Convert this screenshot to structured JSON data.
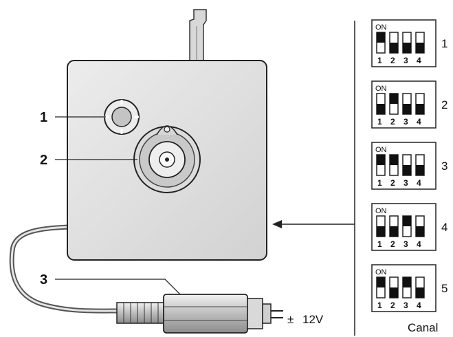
{
  "callouts": [
    "1",
    "2",
    "3"
  ],
  "power": {
    "sign": "±",
    "voltage": "12V"
  },
  "switch_panel": {
    "on_label": "ON",
    "switch_numbers": [
      "1",
      "2",
      "3",
      "4"
    ],
    "footer": "Canal",
    "channels": [
      {
        "label": "1",
        "on": [
          true,
          false,
          false,
          false
        ]
      },
      {
        "label": "2",
        "on": [
          false,
          true,
          false,
          false
        ]
      },
      {
        "label": "3",
        "on": [
          true,
          true,
          false,
          false
        ]
      },
      {
        "label": "4",
        "on": [
          false,
          false,
          true,
          false
        ]
      },
      {
        "label": "5",
        "on": [
          true,
          false,
          true,
          false
        ]
      }
    ]
  }
}
